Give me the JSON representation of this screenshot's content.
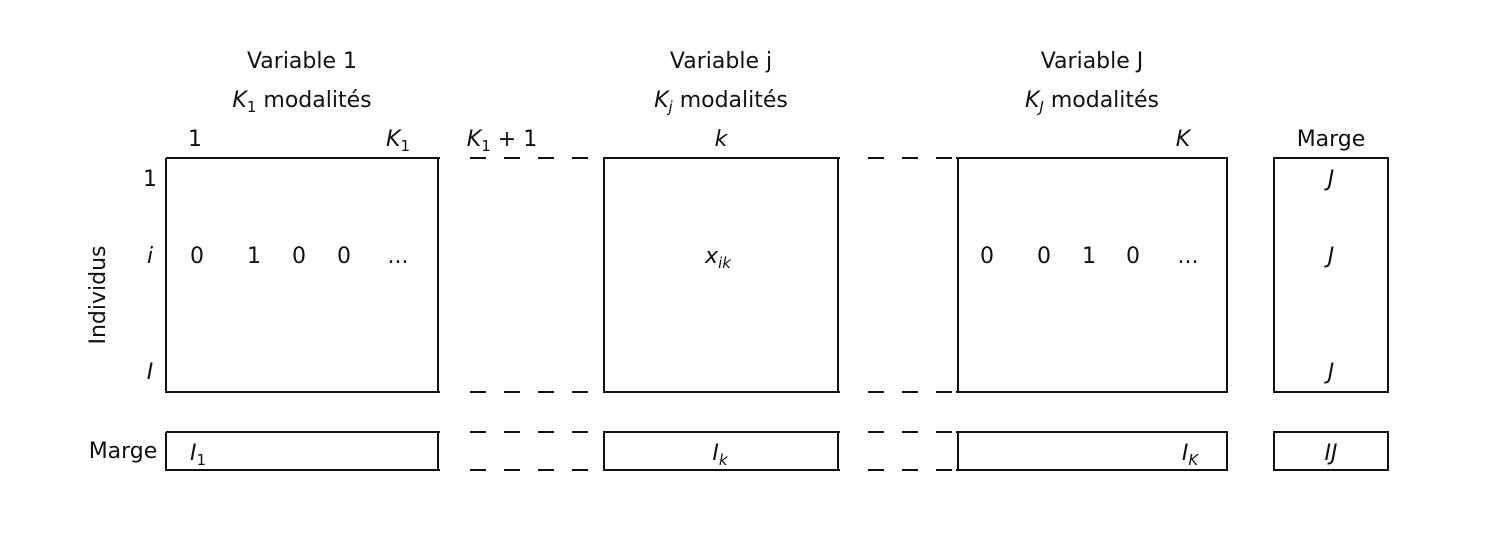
{
  "blocks": [
    {
      "title": "Variable 1",
      "mod_sym": "K",
      "mod_sub": "1",
      "mod_text": " modalités",
      "col_first": "1",
      "col_last_sym": "K",
      "col_last_sub": "1",
      "row_values": [
        "0",
        "1",
        "0",
        "0",
        "..."
      ],
      "margin_sym": "I",
      "margin_sub": "1"
    },
    {
      "title": "Variable j",
      "mod_sym": "K",
      "mod_sub": "j",
      "mod_text": " modalités",
      "col_before_sym": "K",
      "col_before_sub": "1",
      "col_before_rest": " + 1",
      "col_label": "k",
      "cell_sym": "x",
      "cell_sub": "ik",
      "margin_sym": "I",
      "margin_sub": "k"
    },
    {
      "title": "Variable J",
      "mod_sym": "K",
      "mod_sub": "J",
      "mod_text": " modalités",
      "col_last": "K",
      "row_values": [
        "0",
        "0",
        "1",
        "0",
        "..."
      ],
      "margin_sym": "I",
      "margin_sub": "K"
    }
  ],
  "margin_col": {
    "header": "Marge",
    "values": [
      "J",
      "J",
      "J"
    ],
    "total": "IJ"
  },
  "rows": {
    "axis_label": "Individus",
    "labels": [
      "1",
      "i",
      "I"
    ],
    "margin_label": "Marge"
  }
}
